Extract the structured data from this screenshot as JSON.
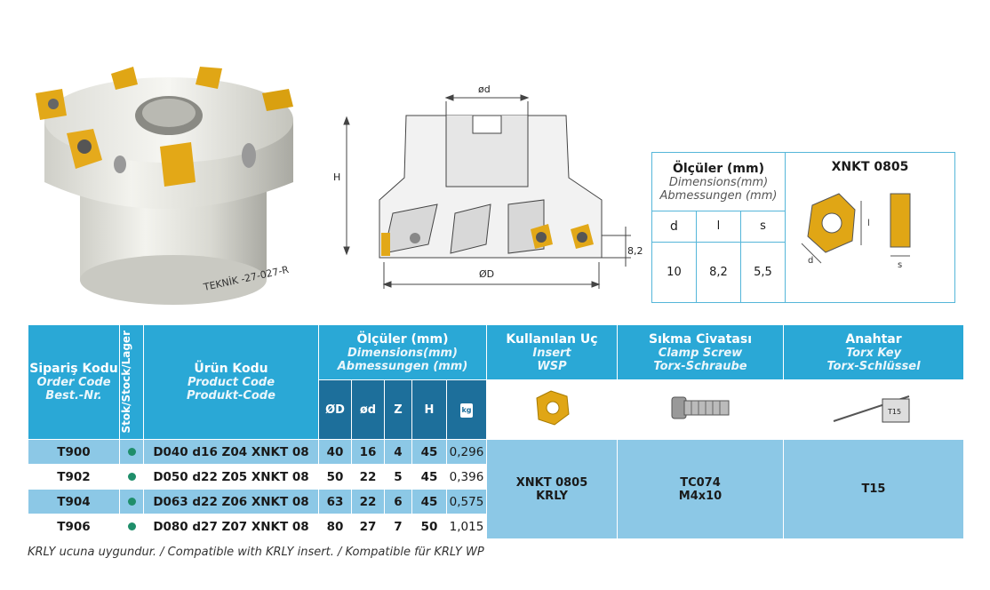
{
  "drawing": {
    "label_od": "ød",
    "label_h": "H",
    "label_d": "ØD",
    "label_82": "8,2"
  },
  "tool_marking": "TEKNİK -27-027-R",
  "insert_table": {
    "olculer": "Ölçüler (mm)",
    "dimensions": "Dimensions(mm)",
    "abmessungen": "Abmessungen (mm)",
    "insert_name": "XNKT 0805",
    "col_d": "d",
    "col_l": "l",
    "col_s": "s",
    "val_d": "10",
    "val_l": "8,2",
    "val_s": "5,5",
    "sketch_labels": {
      "d": "d",
      "l": "l",
      "s": "s"
    }
  },
  "main_table": {
    "siparis": "Sipariş Kodu",
    "order_code": "Order Code",
    "best_nr": "Best.-Nr.",
    "stok": "Stok/Stock/Lager",
    "urun": "Ürün Kodu",
    "product_code": "Product Code",
    "produkt_code": "Produkt-Code",
    "olculer": "Ölçüler (mm)",
    "dimensions": "Dimensions(mm)",
    "abmessungen": "Abmessungen (mm)",
    "kullanilan": "Kullanılan Uç",
    "insert": "Insert",
    "wsp": "WSP",
    "sikma": "Sıkma Civatası",
    "clamp": "Clamp Screw",
    "torx_schraube": "Torx-Schraube",
    "anahtar": "Anahtar",
    "torx_key": "Torx Key",
    "torx_schlussel": "Torx-Schlüssel",
    "cols": [
      "ØD",
      "ød",
      "Z",
      "H"
    ],
    "kg": "kg",
    "key_tag": "T15",
    "rows": [
      {
        "code": "T900",
        "product": "D040 d16 Z04 XNKT 08",
        "D": "40",
        "d": "16",
        "Z": "4",
        "H": "45",
        "kg": "0,296"
      },
      {
        "code": "T902",
        "product": "D050 d22 Z05 XNKT 08",
        "D": "50",
        "d": "22",
        "Z": "5",
        "H": "45",
        "kg": "0,396"
      },
      {
        "code": "T904",
        "product": "D063 d22 Z06 XNKT 08",
        "D": "63",
        "d": "22",
        "Z": "6",
        "H": "45",
        "kg": "0,575"
      },
      {
        "code": "T906",
        "product": "D080 d27 Z07 XNKT 08",
        "D": "80",
        "d": "27",
        "Z": "7",
        "H": "50",
        "kg": "1,015"
      }
    ],
    "insert_val1": "XNKT 0805",
    "insert_val2": "KRLY",
    "screw_val1": "TC074",
    "screw_val2": "M4x10",
    "key_val": "T15"
  },
  "footnote": "KRLY ucuna uygundur. / Compatible with KRLY insert. / Kompatible für KRLY WP"
}
